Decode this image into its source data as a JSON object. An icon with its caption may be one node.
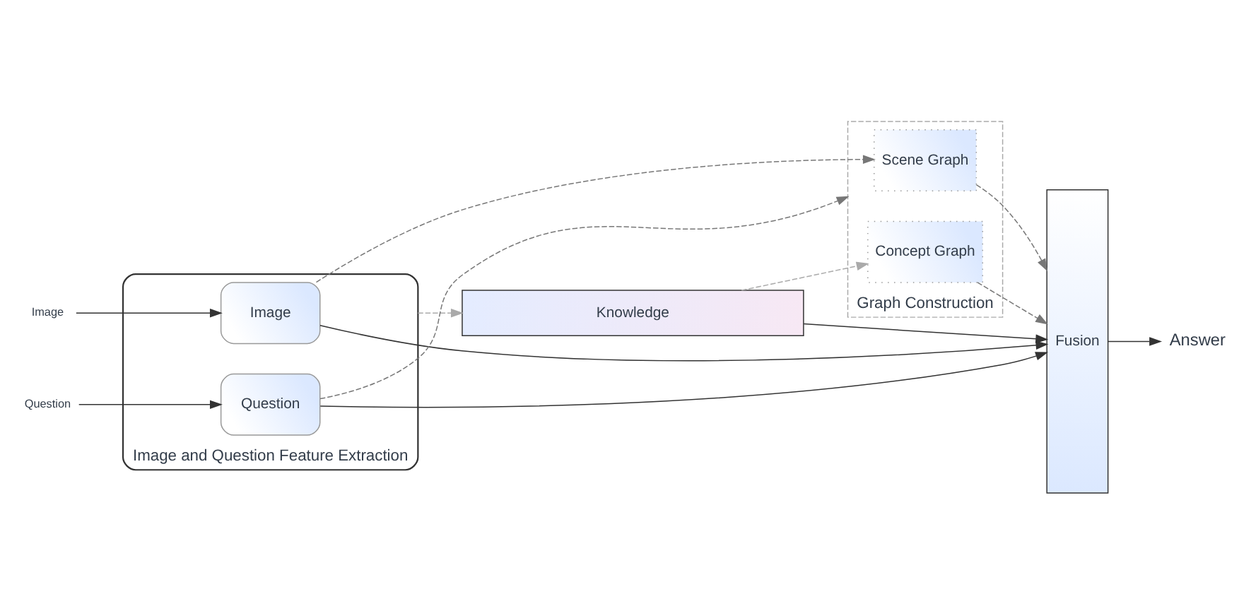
{
  "diagram": {
    "nodes": [
      {
        "text": [
          "Image"
        ]
      },
      {
        "text": [
          "Question"
        ]
      },
      {
        "text": [
          "Image and Question Feature Extraction"
        ]
      },
      {
        "text": [
          "Image"
        ],
        "in": 2
      },
      {
        "text": [
          "Question"
        ],
        "in": 2
      },
      {
        "text": [
          "Graph Construction"
        ]
      },
      {
        "text": [
          "Scene Graph"
        ],
        "in": 5
      },
      {
        "text": [
          "Concept Graph"
        ],
        "in": 5
      },
      {
        "text": [
          "Knowledge"
        ]
      },
      {
        "text": [
          "Fusion"
        ]
      },
      {
        "text": [
          "Answer"
        ]
      }
    ],
    "edges": [
      {
        "from": 0,
        "to": 3,
        "arrow": "to"
      },
      {
        "from": 1,
        "to": 4,
        "arrow": "to"
      },
      {
        "from": 3,
        "to": 9,
        "arrow": "to"
      },
      {
        "from": 3,
        "to": 6,
        "arrow": "to",
        "style": "dashed",
        "color": "#777777"
      },
      {
        "from": 4,
        "to": 5,
        "arrow": "to",
        "style": "dashed",
        "color": "#777777"
      },
      {
        "from": 6,
        "to": 9,
        "arrow": "to",
        "style": "dashed",
        "color": "#777777"
      },
      {
        "from": 7,
        "to": 9,
        "arrow": "to",
        "style": "dashed",
        "color": "#777777"
      },
      {
        "from": 4,
        "to": 9,
        "arrow": "to"
      },
      {
        "from": 2,
        "to": 8,
        "arrow": "to",
        "style": "dashed",
        "color": "#aaaaaa"
      },
      {
        "from": 8,
        "to": 7,
        "arrow": "to",
        "style": "dashed",
        "color": "#aaaaaa"
      },
      {
        "from": 8,
        "to": 9,
        "arrow": "to"
      },
      {
        "from": 9,
        "to": 10,
        "arrow": "to"
      }
    ]
  }
}
